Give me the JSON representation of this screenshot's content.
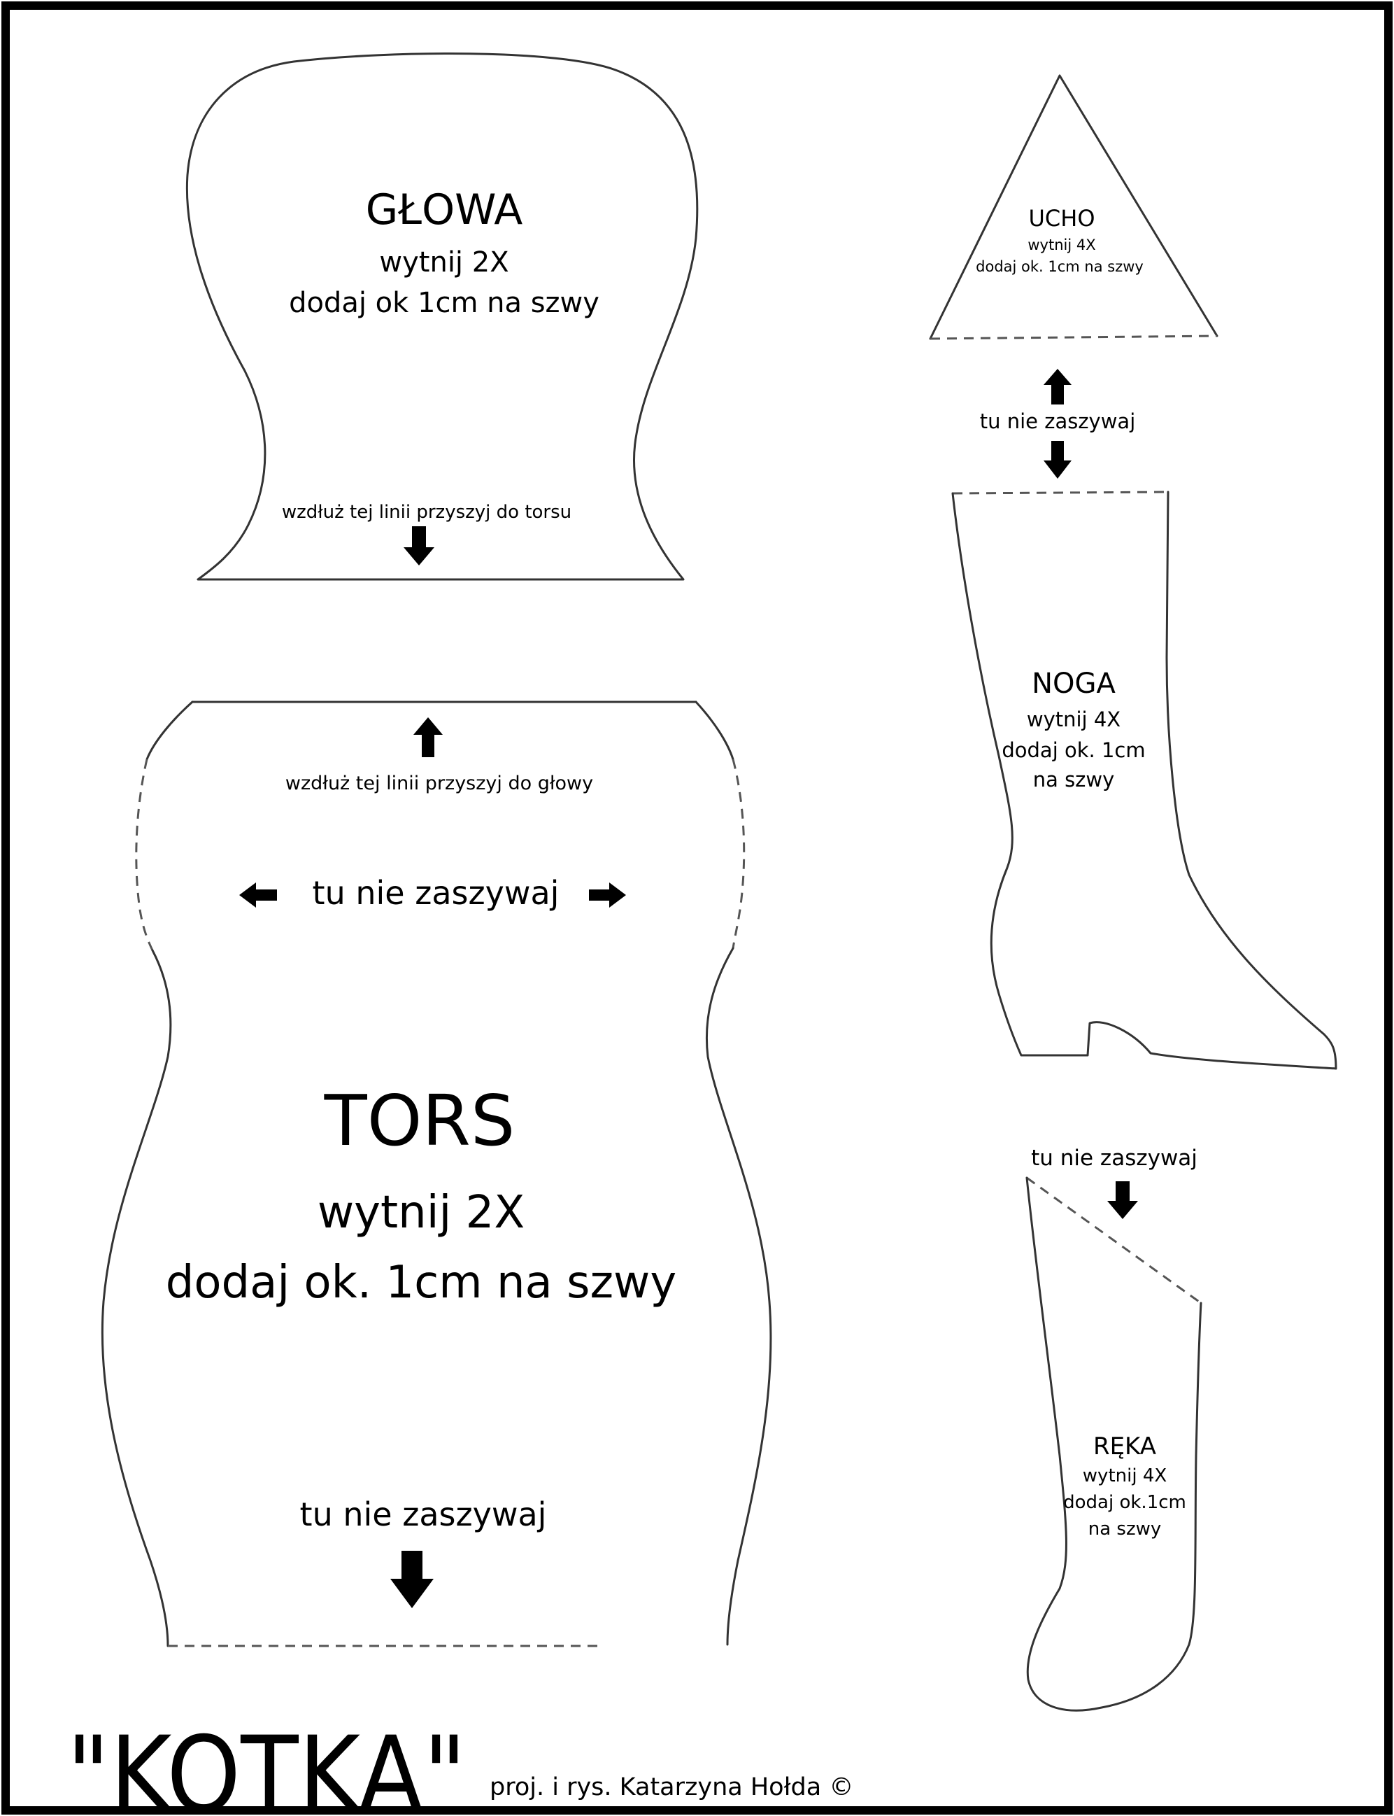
{
  "head": {
    "title": "GŁOWA",
    "cut": "wytnij 2X",
    "seam": "dodaj ok 1cm na szwy",
    "attach_note": "wzdłuż tej linii przyszyj do torsu"
  },
  "ear": {
    "title": "UCHO",
    "cut": "wytnij 4X",
    "seam": "dodaj ok. 1cm na szwy"
  },
  "ear_leg_gap": "tu nie zaszywaj",
  "leg": {
    "title": "NOGA",
    "cut": "wytnij 4X",
    "seam_line1": "dodaj ok. 1cm",
    "seam_line2": "na szwy"
  },
  "torso": {
    "attach_note": "wzdłuż tej linii przyszyj do głowy",
    "side_opening": "tu nie zaszywaj",
    "title": "TORS",
    "cut": "wytnij 2X",
    "seam": "dodaj ok. 1cm na szwy",
    "bottom_opening": "tu nie zaszywaj"
  },
  "arm": {
    "opening": "tu nie zaszywaj",
    "title": "RĘKA",
    "cut": "wytnij 4X",
    "seam_line1": "dodaj ok.1cm",
    "seam_line2": "na szwy"
  },
  "footer": {
    "title": "\"KOTKA\"",
    "credit": "proj. i rys. Katarzyna Hołda ©"
  }
}
